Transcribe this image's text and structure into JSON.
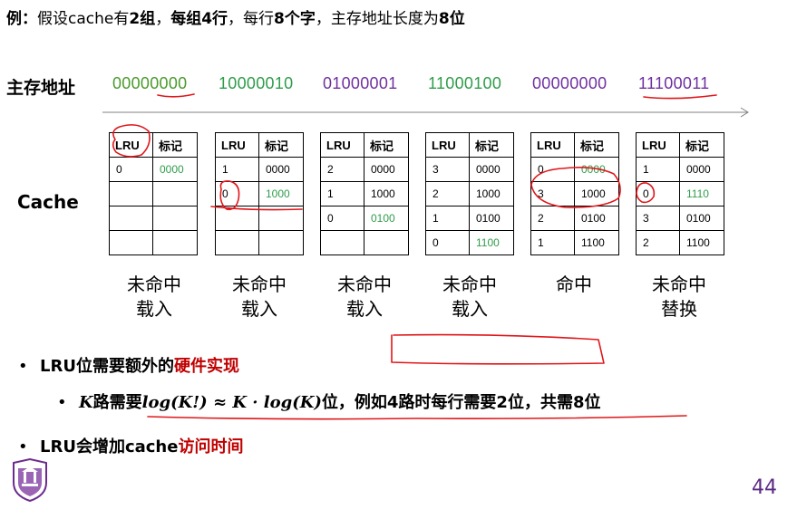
{
  "title": {
    "prefix": "例：",
    "t1": "假设cache有",
    "t2": "2组",
    "t3": "，",
    "t4": "每组4行",
    "t5": "，每行",
    "t6": "8个字",
    "t7": "，主存地址长度为",
    "t8": "8位"
  },
  "address_label": "主存地址",
  "addresses": [
    {
      "text": "00000000",
      "color": "#4a9a2c"
    },
    {
      "text": "10000010",
      "color": "#2e9d4a"
    },
    {
      "text": "01000001",
      "color": "#7030a0"
    },
    {
      "text": "11000100",
      "color": "#2e9d4a"
    },
    {
      "text": "00000000",
      "color": "#7030a0"
    },
    {
      "text": "11100011",
      "color": "#7030a0"
    }
  ],
  "cache_label": "Cache",
  "table_headers": {
    "lru": "LRU",
    "tag": "标记"
  },
  "tables": [
    {
      "rows": [
        [
          "0",
          "0000"
        ],
        [
          "",
          ""
        ],
        [
          "",
          ""
        ],
        [
          "",
          ""
        ]
      ]
    },
    {
      "rows": [
        [
          "1",
          "0000"
        ],
        [
          "0",
          "1000"
        ],
        [
          "",
          ""
        ],
        [
          "",
          ""
        ]
      ]
    },
    {
      "rows": [
        [
          "2",
          "0000"
        ],
        [
          "1",
          "1000"
        ],
        [
          "0",
          "0100"
        ],
        [
          "",
          ""
        ]
      ]
    },
    {
      "rows": [
        [
          "3",
          "0000"
        ],
        [
          "2",
          "1000"
        ],
        [
          "1",
          "0100"
        ],
        [
          "0",
          "1100"
        ]
      ]
    },
    {
      "rows": [
        [
          "0",
          "0000"
        ],
        [
          "3",
          "1000"
        ],
        [
          "2",
          "0100"
        ],
        [
          "1",
          "1100"
        ]
      ]
    },
    {
      "rows": [
        [
          "1",
          "0000"
        ],
        [
          "0",
          "1110"
        ],
        [
          "3",
          "0100"
        ],
        [
          "2",
          "1100"
        ]
      ]
    }
  ],
  "highlight_color": "#2e9d4a",
  "statuses": [
    {
      "line1": "未命中",
      "line2": "载入"
    },
    {
      "line1": "未命中",
      "line2": "载入"
    },
    {
      "line1": "未命中",
      "line2": "载入"
    },
    {
      "line1": "未命中",
      "line2": "载入"
    },
    {
      "line1": "命中",
      "line2": ""
    },
    {
      "line1": "未命中",
      "line2": "替换"
    }
  ],
  "bullets": {
    "b1_pre": "LRU位需要额外的",
    "b1_hl": "硬件实现",
    "b2_k": "K",
    "b2_text1": "路需要",
    "b2_log1": "log",
    "b2_arg1": "(K!)",
    "b2_approx": " ≈ ",
    "b2_k2": "K",
    "b2_dot": " · ",
    "b2_log2": "log",
    "b2_arg2": "(K)",
    "b2_text2": "位，例如4路时每行需要2位，共需8位",
    "b3_pre": "LRU会增加cache",
    "b3_hl": "访问时间"
  },
  "page_number": "44"
}
